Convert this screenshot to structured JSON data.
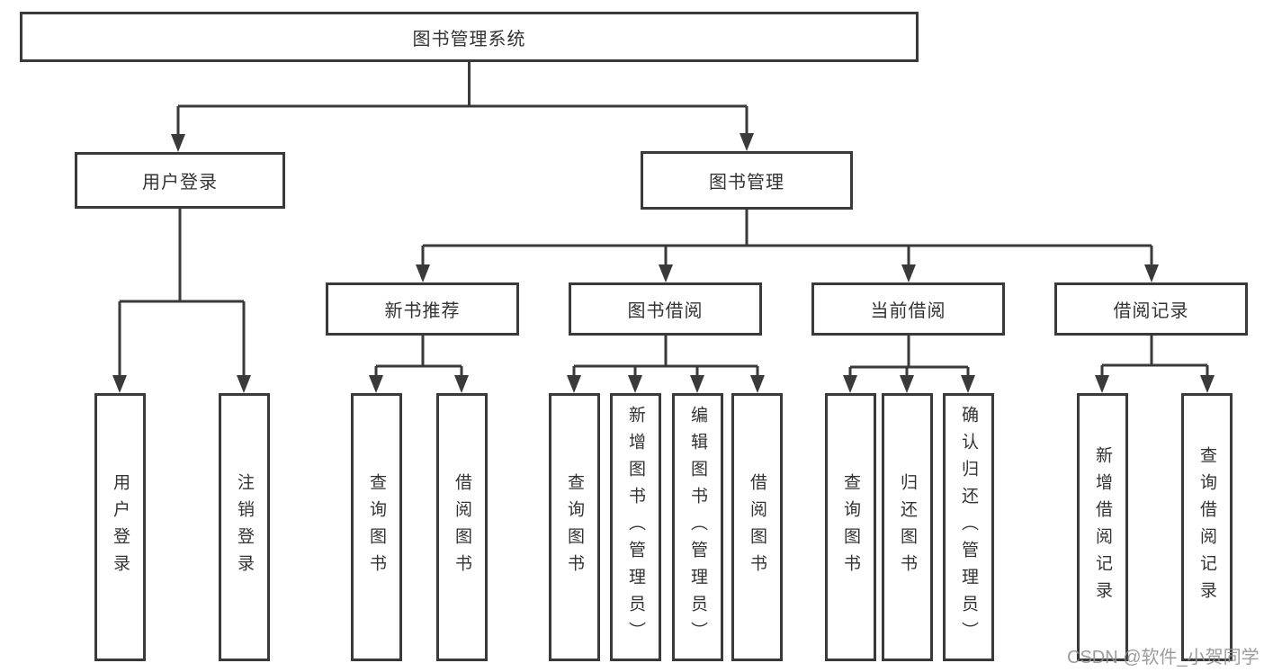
{
  "watermark": "CSDN @软件_小贺同学",
  "colors": {
    "line": "#3a3a3a",
    "text": "#333333",
    "watermark": "#919191",
    "background": "#ffffff"
  },
  "tree": {
    "label": "图书管理系统",
    "children": [
      {
        "label": "用户登录",
        "children": [
          {
            "label": "用户登录"
          },
          {
            "label": "注销登录"
          }
        ]
      },
      {
        "label": "图书管理",
        "children": [
          {
            "label": "新书推荐",
            "children": [
              {
                "label": "查询图书"
              },
              {
                "label": "借阅图书"
              }
            ]
          },
          {
            "label": "图书借阅",
            "children": [
              {
                "label": "查询图书"
              },
              {
                "label": "新增图书（管理员）"
              },
              {
                "label": "编辑图书（管理员）"
              },
              {
                "label": "借阅图书"
              }
            ]
          },
          {
            "label": "当前借阅",
            "children": [
              {
                "label": "查询图书"
              },
              {
                "label": "归还图书"
              },
              {
                "label": "确认归还（管理员）"
              }
            ]
          },
          {
            "label": "借阅记录",
            "children": [
              {
                "label": "新增借阅记录"
              },
              {
                "label": "查询借阅记录"
              }
            ]
          }
        ]
      }
    ]
  }
}
